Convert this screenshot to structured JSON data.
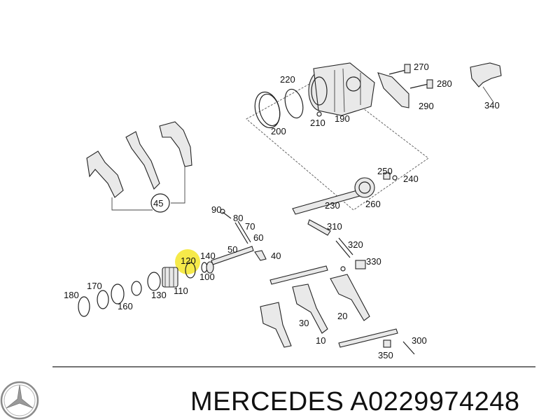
{
  "part_labels": {
    "p10": "10",
    "p20": "20",
    "p30": "30",
    "p40": "40",
    "p45": "45",
    "p50": "50",
    "p60": "60",
    "p70": "70",
    "p80": "80",
    "p90": "90",
    "p100": "100",
    "p110": "110",
    "p120": "120",
    "p130": "130",
    "p140": "140",
    "p160": "160",
    "p170": "170",
    "p180": "180",
    "p190": "190",
    "p200": "200",
    "p210": "210",
    "p220": "220",
    "p230": "230",
    "p240": "240",
    "p250": "250",
    "p260": "260",
    "p270": "270",
    "p280": "280",
    "p290": "290",
    "p300": "300",
    "p310": "310",
    "p320": "320",
    "p330": "330",
    "p340": "340",
    "p350": "350"
  },
  "highlighted_part": "120",
  "highlight_color": "#f5e62a",
  "brand_logo": "mercedes-star-icon",
  "caption": "MERCEDES A0229974248"
}
